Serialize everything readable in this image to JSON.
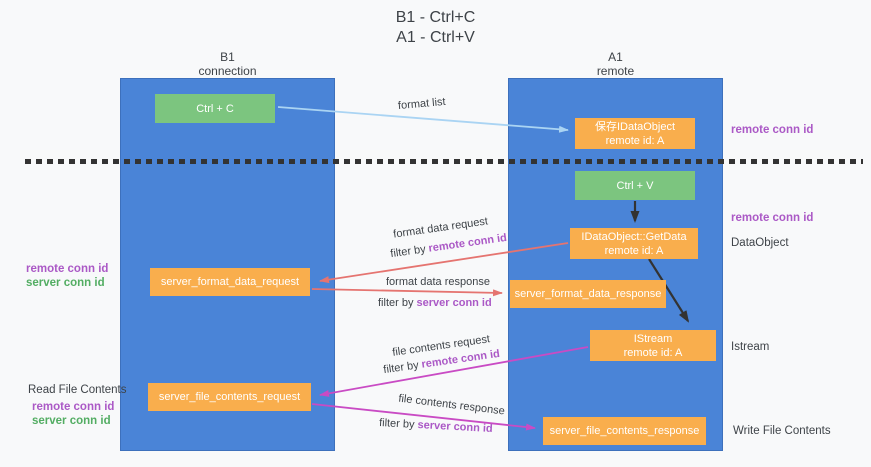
{
  "title": {
    "line1": "B1 - Ctrl+C",
    "line2": "A1 - Ctrl+V"
  },
  "lanes": {
    "left": {
      "header_line1": "B1",
      "header_line2": "connection"
    },
    "right": {
      "header_line1": "A1",
      "header_line2": "remote"
    }
  },
  "nodes": {
    "ctrl_c": {
      "label": "Ctrl + C"
    },
    "ctrl_v": {
      "label": "Ctrl + V"
    },
    "save_idataobject": {
      "line1": "保存IDataObject",
      "line2": "remote id: A"
    },
    "idataobject_getdata": {
      "line1": "IDataObject::GetData",
      "line2": "remote id: A"
    },
    "istream": {
      "line1": "IStream",
      "line2": "remote id: A"
    },
    "server_format_data_request": {
      "label": "server_format_data_request"
    },
    "server_format_data_response": {
      "label": "server_format_data_response"
    },
    "server_file_contents_request": {
      "label": "server_file_contents_request"
    },
    "server_file_contents_response": {
      "label": "server_file_contents_response"
    }
  },
  "edge_labels": {
    "format_list": "format list",
    "format_data_request": "format data request",
    "format_data_response": "format data response",
    "file_contents_request": "file contents request",
    "file_contents_response": "file contents response",
    "filter_by": "filter by ",
    "remote_conn_id": "remote conn id",
    "server_conn_id": "server conn id"
  },
  "side_labels": {
    "remote_conn_id": "remote conn id",
    "server_conn_id": "server conn id",
    "data_object": "DataObject",
    "istream": "Istream",
    "read_file_contents": "Read File Contents",
    "write_file_contents": "Write File Contents"
  },
  "colors": {
    "lane_blue": "#4a84d7",
    "node_green": "#7cc57f",
    "node_orange": "#f9ae4d",
    "arrow_red": "#e57470",
    "arrow_magenta": "#c94bc4",
    "arrow_light_blue": "#aad4f3",
    "arrow_dark": "#333333",
    "label_purple": "#ab59c6",
    "label_green": "#53ad63"
  }
}
